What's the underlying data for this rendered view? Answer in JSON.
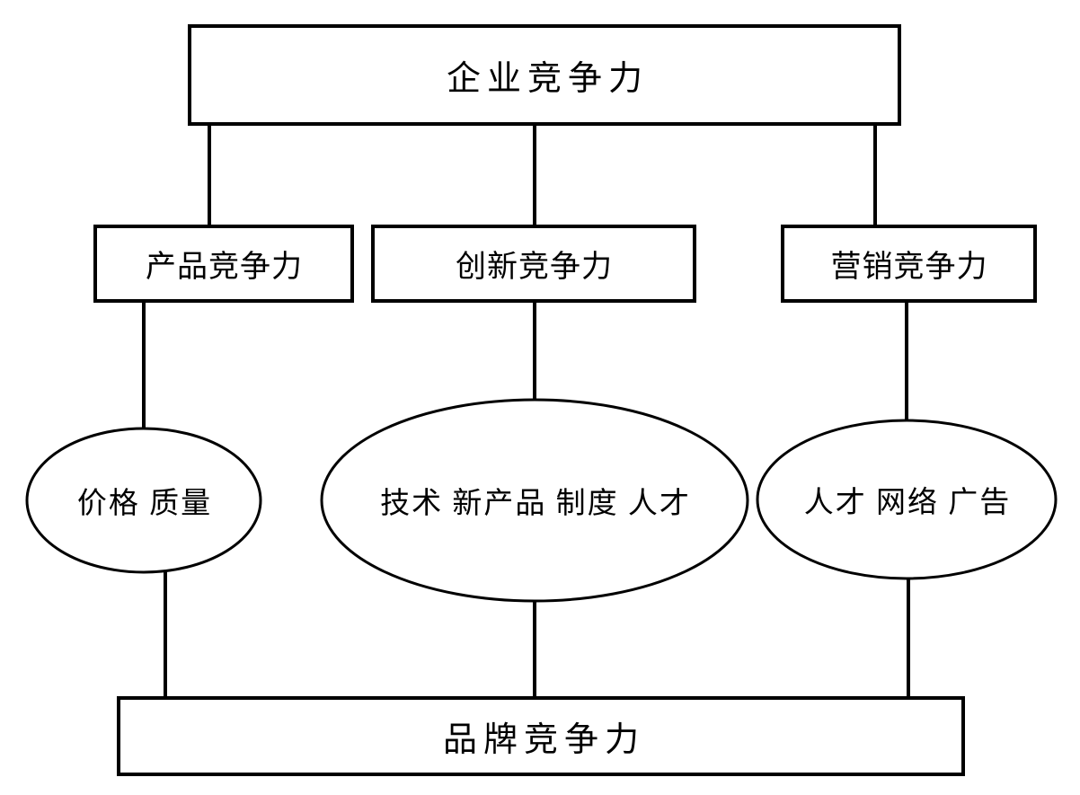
{
  "diagram": {
    "title": "企业竞争力",
    "nodes": {
      "root": {
        "label": "企业竞争力",
        "shape": "rect"
      },
      "product": {
        "label": "产品竞争力",
        "shape": "rect"
      },
      "innovation": {
        "label": "创新竞争力",
        "shape": "rect"
      },
      "marketing": {
        "label": "营销竞争力",
        "shape": "rect"
      },
      "product_factors": {
        "label": "价格 质量",
        "shape": "ellipse"
      },
      "innovation_factors": {
        "label": "技术 新产品 制度 人才",
        "shape": "ellipse"
      },
      "marketing_factors": {
        "label": "人才 网络 广告",
        "shape": "ellipse"
      },
      "brand": {
        "label": "品牌竞争力",
        "shape": "rect"
      }
    },
    "edges": [
      {
        "from": "root",
        "to": "product"
      },
      {
        "from": "root",
        "to": "innovation"
      },
      {
        "from": "root",
        "to": "marketing"
      },
      {
        "from": "product",
        "to": "product_factors"
      },
      {
        "from": "innovation",
        "to": "innovation_factors"
      },
      {
        "from": "marketing",
        "to": "marketing_factors"
      },
      {
        "from": "product_factors",
        "to": "brand"
      },
      {
        "from": "innovation_factors",
        "to": "brand"
      },
      {
        "from": "marketing_factors",
        "to": "brand"
      }
    ],
    "colors": {
      "stroke": "#000000",
      "fill": "#ffffff",
      "text": "#000000"
    }
  }
}
